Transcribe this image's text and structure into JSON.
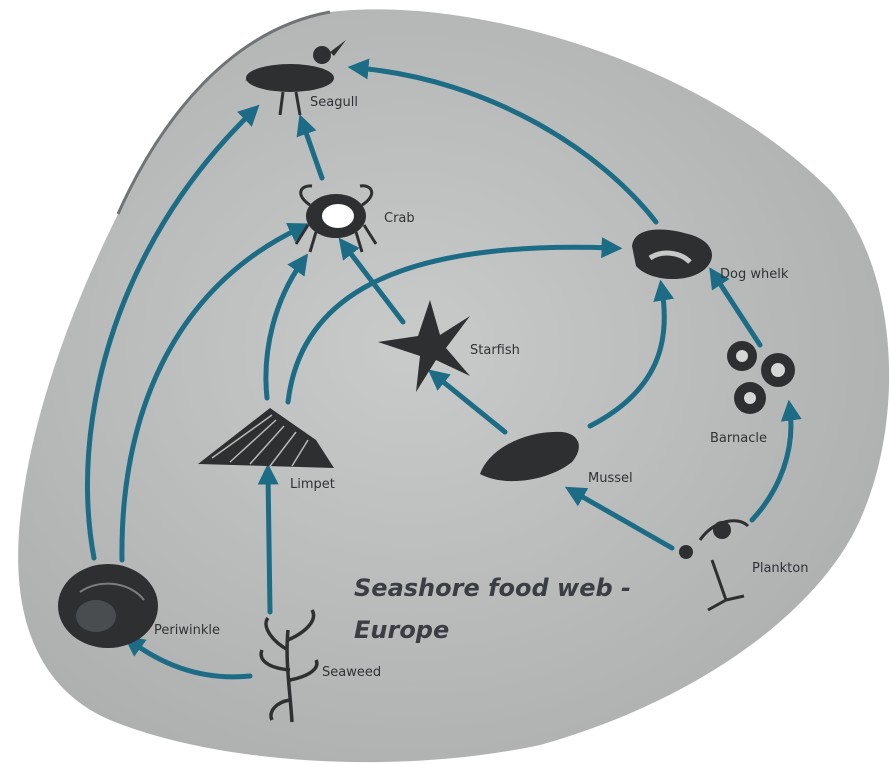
{
  "title_line1": "Seashore food web -",
  "title_line2": "Europe",
  "colors": {
    "arrow": "#1c6c85",
    "board": "#bfc1c0",
    "ink": "#2d2f31"
  },
  "organisms": {
    "seagull": "Seagull",
    "crab": "Crab",
    "dog_whelk": "Dog whelk",
    "starfish": "Starfish",
    "barnacle": "Barnacle",
    "limpet": "Limpet",
    "mussel": "Mussel",
    "plankton": "Plankton",
    "periwinkle": "Periwinkle",
    "seaweed": "Seaweed"
  },
  "feeding_links": [
    {
      "from": "Crab",
      "to": "Seagull"
    },
    {
      "from": "Dog whelk",
      "to": "Seagull"
    },
    {
      "from": "Periwinkle",
      "to": "Seagull"
    },
    {
      "from": "Periwinkle",
      "to": "Crab"
    },
    {
      "from": "Limpet",
      "to": "Crab"
    },
    {
      "from": "Starfish",
      "to": "Crab"
    },
    {
      "from": "Limpet",
      "to": "Dog whelk"
    },
    {
      "from": "Mussel",
      "to": "Dog whelk"
    },
    {
      "from": "Barnacle",
      "to": "Dog whelk"
    },
    {
      "from": "Mussel",
      "to": "Starfish"
    },
    {
      "from": "Plankton",
      "to": "Mussel"
    },
    {
      "from": "Plankton",
      "to": "Barnacle"
    },
    {
      "from": "Seaweed",
      "to": "Limpet"
    },
    {
      "from": "Seaweed",
      "to": "Periwinkle"
    }
  ]
}
